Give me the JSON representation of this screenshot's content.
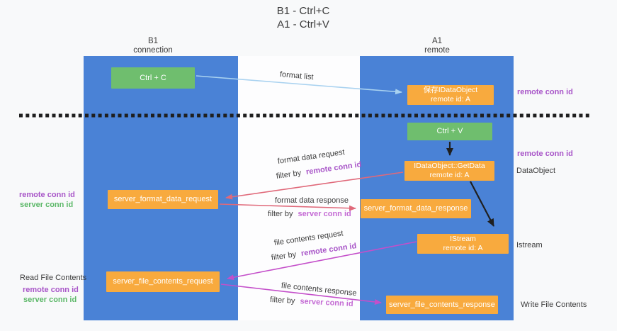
{
  "title": {
    "line1": "B1 - Ctrl+C",
    "line2": "A1 - Ctrl+V"
  },
  "lanes": {
    "left": {
      "name": "B1",
      "role": "connection"
    },
    "right": {
      "name": "A1",
      "role": "remote"
    }
  },
  "boxes": {
    "ctrl_c": {
      "label": "Ctrl + C"
    },
    "save_dataobject": {
      "line1": "保存IDataObject",
      "line2": "remote id: A"
    },
    "ctrl_v": {
      "label": "Ctrl + V"
    },
    "getdata": {
      "line1": "IDataObject::GetData",
      "line2": "remote id: A"
    },
    "server_format_data_request": {
      "label": "server_format_data_request"
    },
    "server_format_data_response": {
      "label": "server_format_data_response"
    },
    "istream": {
      "line1": "IStream",
      "line2": "remote id: A"
    },
    "server_file_contents_request": {
      "label": "server_file_contents_request"
    },
    "server_file_contents_response": {
      "label": "server_file_contents_response"
    }
  },
  "flow_labels": {
    "format_list": "format list",
    "format_data_request": "format data request",
    "format_data_response": "format data response",
    "file_contents_request": "file contents request",
    "file_contents_response": "file contents response",
    "filter_by": "filter by",
    "remote_conn_id": "remote conn id",
    "server_conn_id": "server conn id"
  },
  "side_labels": {
    "left": {
      "remote_conn_id": "remote conn id",
      "server_conn_id": "server conn id",
      "read_file_contents": "Read File Contents",
      "remote_conn_id_bottom": "remote conn id",
      "server_conn_id_bottom": "server conn id"
    },
    "right": {
      "remote_conn_id_top": "remote conn id",
      "remote_conn_id_mid": "remote conn id",
      "dataobject": "DataObject",
      "istream": "Istream",
      "write_file_contents": "Write File Contents"
    }
  },
  "colors": {
    "lane_blue": "#4a82d6",
    "action_green": "#6fbe6e",
    "message_orange": "#f8aa3e",
    "request_arrow_red": "#e0697a",
    "file_arrow_magenta": "#c44fca",
    "format_list_arrow_blue": "#a9d2f0",
    "id_purple": "#a855c8",
    "id_orchid": "#c46ad4",
    "id_green": "#5cb868",
    "separator_black": "#1f1f1f"
  }
}
